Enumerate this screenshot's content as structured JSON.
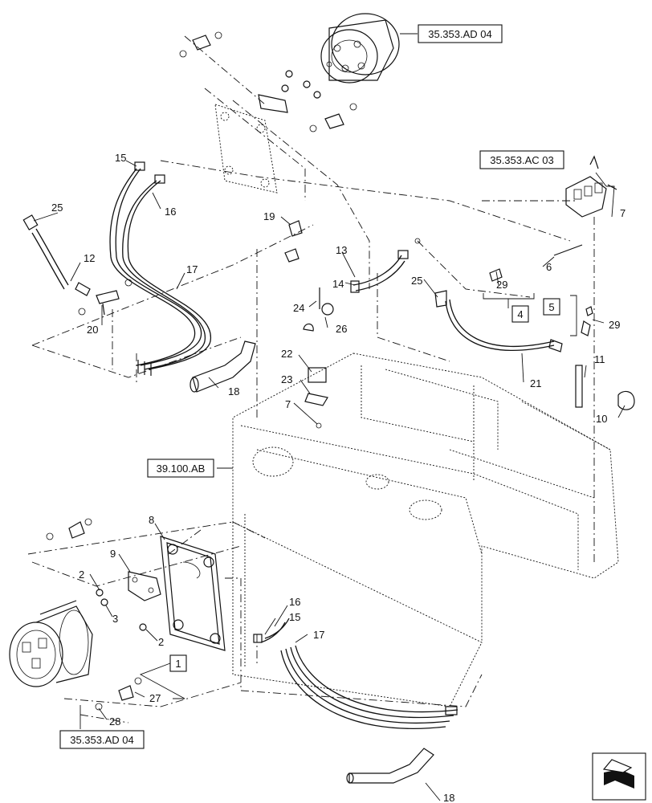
{
  "references": [
    {
      "id": "ref-top-motor",
      "text": "35.353.AD 04"
    },
    {
      "id": "ref-valve",
      "text": "35.353.AC 03"
    },
    {
      "id": "ref-frame",
      "text": "39.100.AB"
    },
    {
      "id": "ref-bottom-motor",
      "text": "35.353.AD 04"
    }
  ],
  "labels": {
    "l1": "1",
    "l2a": "2",
    "l2b": "2",
    "l3": "3",
    "l4": "4",
    "l5": "5",
    "l6": "6",
    "l7a": "7",
    "l7b": "7",
    "l8": "8",
    "l9": "9",
    "l10": "10",
    "l11": "11",
    "l12": "12",
    "l13": "13",
    "l14": "14",
    "l15a": "15",
    "l15b": "15",
    "l16a": "16",
    "l16b": "16",
    "l17a": "17",
    "l17b": "17",
    "l18a": "18",
    "l18b": "18",
    "l19": "19",
    "l20": "20",
    "l21": "21",
    "l22": "22",
    "l23": "23",
    "l24": "24",
    "l25a": "25",
    "l25b": "25",
    "l26": "26",
    "l27": "27",
    "l28": "28",
    "l29a": "29",
    "l29b": "29"
  },
  "icons": {
    "navigation": "arrow-navigation-icon"
  }
}
